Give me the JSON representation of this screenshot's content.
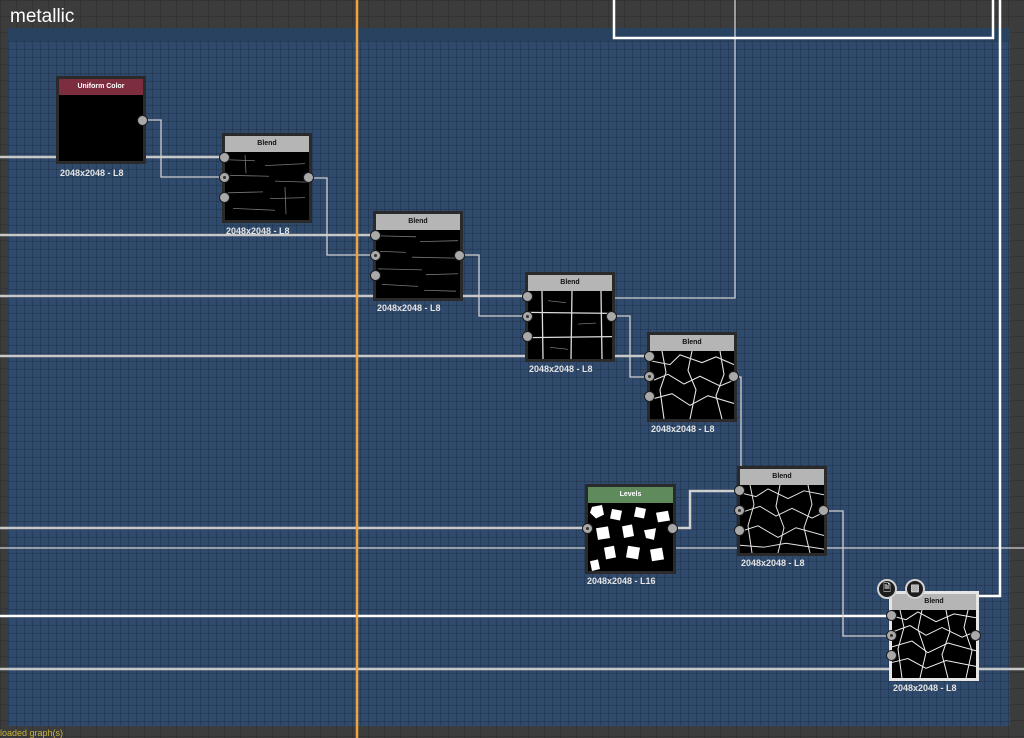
{
  "frame": {
    "title": "metallic"
  },
  "nodes": {
    "uniform_color": {
      "header": "Uniform Color",
      "resolution": "2048x2048 - L8"
    },
    "blend1": {
      "header": "Blend",
      "resolution": "2048x2048 - L8"
    },
    "blend2": {
      "header": "Blend",
      "resolution": "2048x2048 - L8"
    },
    "blend3": {
      "header": "Blend",
      "resolution": "2048x2048 - L8"
    },
    "blend4": {
      "header": "Blend",
      "resolution": "2048x2048 - L8"
    },
    "levels": {
      "header": "Levels",
      "resolution": "2048x2048 - L16"
    },
    "blend5": {
      "header": "Blend",
      "resolution": "2048x2048 - L8"
    },
    "blend6": {
      "header": "Blend",
      "resolution": "2048x2048 - L8"
    }
  },
  "status": {
    "text": "loaded graph(s)"
  },
  "colors": {
    "frame_bg": "#2f4a6c",
    "canvas_bg": "#3c3c3c",
    "guide_line": "#f2a33a",
    "wire": "#c8c8c8",
    "header_uniform": "#7c2e3f",
    "header_levels": "#5e8a5c",
    "header_blend": "#b5b5b5"
  },
  "icons": [
    "document-icon",
    "checker-icon"
  ]
}
